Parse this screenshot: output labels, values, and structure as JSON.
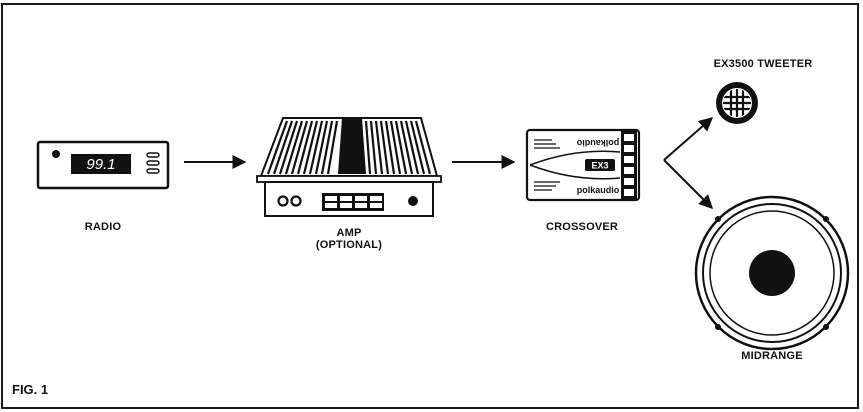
{
  "figure": {
    "caption": "FIG. 1"
  },
  "components": {
    "radio": {
      "label": "RADIO",
      "display_value": "99.1"
    },
    "amp": {
      "label_line1": "AMP",
      "label_line2": "(OPTIONAL)"
    },
    "crossover": {
      "label": "CROSSOVER",
      "brand_top": "polkaudio",
      "brand_bottom": "polkaudio",
      "badge": "EX3"
    },
    "tweeter": {
      "label": "EX3500 TWEETER"
    },
    "midrange": {
      "label": "MIDRANGE"
    }
  }
}
